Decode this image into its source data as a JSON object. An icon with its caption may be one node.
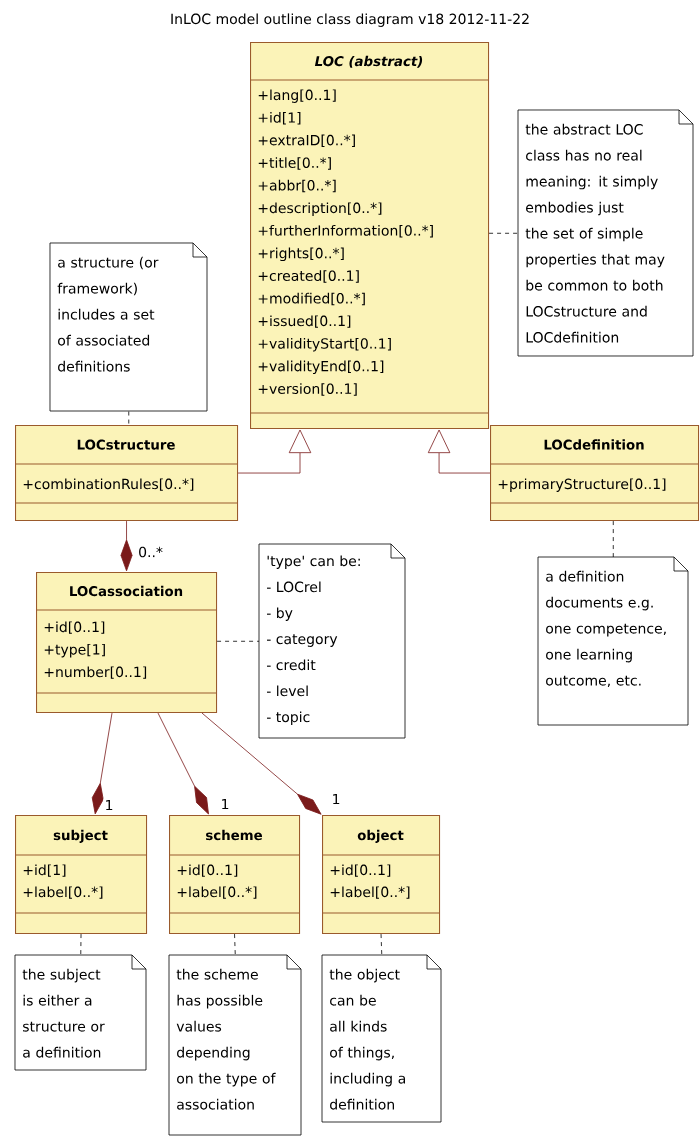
{
  "diagram": {
    "title": "InLOC model outline class diagram v18 2012-11-22",
    "nodes": [
      {
        "text": [
          "LOC (abstract)",
          "+lang[0..1]",
          "+id[1]",
          "+extraID[0..*]",
          "+title[0..*]",
          "+abbr[0..*]",
          "+description[0..*]",
          "+furtherInformation[0..*]",
          "+rights[0..*]",
          "+created[0..1]",
          "+modified[0..*]",
          "+issued[0..1]",
          "+validityStart[0..1]",
          "+validityEnd[0..1]",
          "+version[0..1]"
        ]
      },
      {
        "text": [
          "the abstract LOC class has no real meaning: it simply embodies just the set of simple properties that may be common to both LOCstructure and LOCdefinition"
        ]
      },
      {
        "text": [
          "a structure (or framework) includes a set of associated definitions"
        ]
      },
      {
        "text": [
          "LOCstructure",
          "+combinationRules[0..*]"
        ]
      },
      {
        "text": [
          "LOCdefinition",
          "+primaryStructure[0..1]"
        ]
      },
      {
        "text": [
          "LOCassociation",
          "+id[0..1]",
          "+type[1]",
          "+number[0..1]"
        ]
      },
      {
        "text": [
          "'type' can be:",
          "- LOCrel",
          "- by",
          "- category",
          "- credit",
          "- level",
          "- topic"
        ]
      },
      {
        "text": [
          "a definition documents e.g. one competence, one learning outcome, etc."
        ]
      },
      {
        "text": [
          "subject",
          "+id[1]",
          "+label[0..*]"
        ]
      },
      {
        "text": [
          "scheme",
          "+id[0..1]",
          "+label[0..*]"
        ]
      },
      {
        "text": [
          "object",
          "+id[0..1]",
          "+label[0..*]"
        ]
      },
      {
        "text": [
          "the subject is either a structure or a definition"
        ]
      },
      {
        "text": [
          "the scheme has possible values depending on the type of association"
        ]
      },
      {
        "text": [
          "the object can be all kinds of things, including a definition"
        ]
      }
    ],
    "edges": [
      {
        "from": 2,
        "to": 3,
        "arrow": "none",
        "style": "dashed"
      },
      {
        "from": 0,
        "to": 1,
        "arrow": "none",
        "style": "dashed"
      },
      {
        "from": 3,
        "to": 0,
        "arrow": "to",
        "color": "#7a1a1a"
      },
      {
        "from": 4,
        "to": 0,
        "arrow": "to",
        "color": "#7a1a1a"
      },
      {
        "from": 3,
        "to": 5,
        "arrow": "other",
        "label": "0..*",
        "color": "#7a1a1a"
      },
      {
        "from": 5,
        "to": 6,
        "arrow": "none",
        "style": "dashed"
      },
      {
        "from": 4,
        "to": 7,
        "arrow": "none",
        "style": "dashed"
      },
      {
        "from": 5,
        "to": 8,
        "arrow": "other",
        "label": "1",
        "color": "#7a1a1a"
      },
      {
        "from": 5,
        "to": 9,
        "arrow": "other",
        "label": "1",
        "color": "#7a1a1a"
      },
      {
        "from": 5,
        "to": 10,
        "arrow": "other",
        "label": "1",
        "color": "#7a1a1a"
      },
      {
        "from": 8,
        "to": 11,
        "arrow": "none",
        "style": "dashed"
      },
      {
        "from": 9,
        "to": 12,
        "arrow": "none",
        "style": "dashed"
      },
      {
        "from": 10,
        "to": 13,
        "arrow": "none",
        "style": "dashed"
      }
    ]
  }
}
